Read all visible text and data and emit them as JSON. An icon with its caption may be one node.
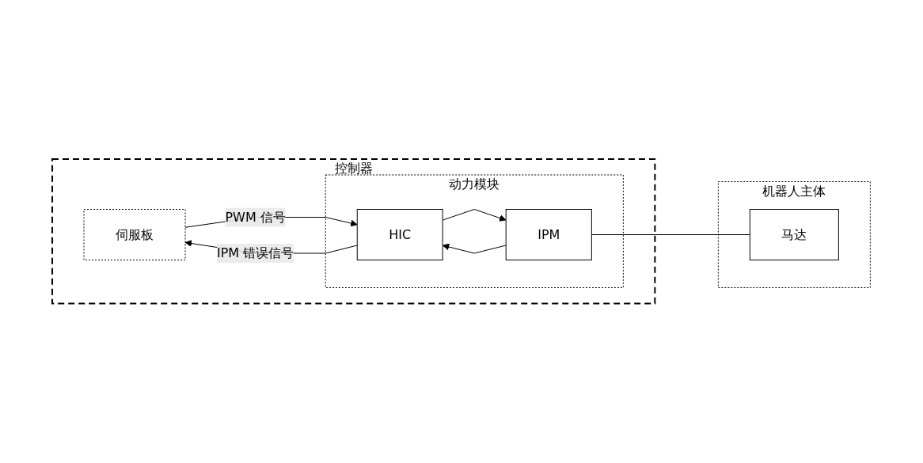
{
  "diagram": {
    "nodes": [
      {
        "text": [
          "控制器"
        ]
      },
      {
        "text": [
          "伺服板"
        ],
        "in": 0
      },
      {
        "text": [
          "动力模块"
        ],
        "in": 0
      },
      {
        "text": [
          "HIC"
        ],
        "in": 2
      },
      {
        "text": [
          "IPM"
        ],
        "in": 2
      },
      {
        "text": [
          "机器人主体"
        ]
      },
      {
        "text": [
          "马达"
        ],
        "in": 5
      }
    ],
    "edges": [
      {
        "from": 1,
        "to": 3,
        "arrow": "to",
        "label": "PWM 信号"
      },
      {
        "from": 3,
        "to": 1,
        "arrow": "to",
        "label": "IPM 错误信号"
      },
      {
        "from": 3,
        "to": 4,
        "arrow": "to"
      },
      {
        "from": 4,
        "to": 3,
        "arrow": "to"
      },
      {
        "from": 4,
        "to": 6,
        "arrow": "none"
      }
    ]
  }
}
